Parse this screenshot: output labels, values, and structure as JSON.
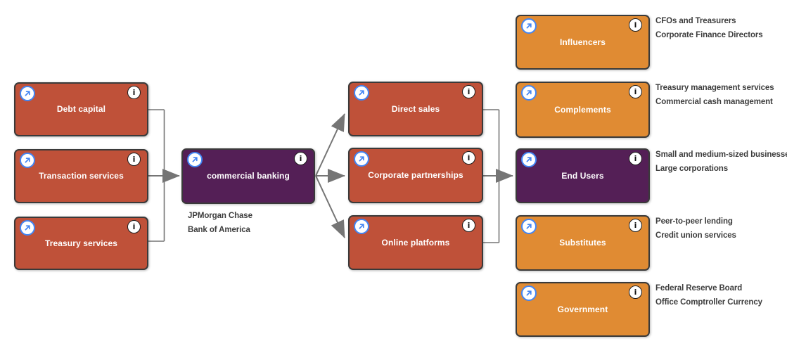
{
  "diagram": {
    "type": "market-map-flow",
    "nodes": {
      "debt_capital": {
        "label": "Debt capital"
      },
      "transaction_services": {
        "label": "Transaction services"
      },
      "treasury_services": {
        "label": "Treasury services"
      },
      "commercial_banking": {
        "label": "commercial banking",
        "examples": [
          "JPMorgan Chase",
          "Bank of America"
        ]
      },
      "direct_sales": {
        "label": "Direct sales"
      },
      "corporate_partnerships": {
        "label": "Corporate partnerships"
      },
      "online_platforms": {
        "label": "Online platforms"
      },
      "influencers": {
        "label": "Influencers",
        "notes": [
          "CFOs and Treasurers",
          "Corporate Finance Directors"
        ]
      },
      "complements": {
        "label": "Complements",
        "notes": [
          "Treasury management services",
          "Commercial cash management"
        ]
      },
      "end_users": {
        "label": "End Users",
        "notes": [
          "Small and medium-sized businesses",
          "Large corporations"
        ]
      },
      "substitutes": {
        "label": "Substitutes",
        "notes": [
          "Peer-to-peer lending",
          "Credit union services"
        ]
      },
      "government": {
        "label": "Government",
        "notes": [
          "Federal Reserve Board",
          "Office Comptroller Currency"
        ]
      }
    },
    "edges": [
      {
        "from": "debt_capital",
        "to": "commercial_banking"
      },
      {
        "from": "transaction_services",
        "to": "commercial_banking"
      },
      {
        "from": "treasury_services",
        "to": "commercial_banking"
      },
      {
        "from": "commercial_banking",
        "to": "direct_sales"
      },
      {
        "from": "commercial_banking",
        "to": "corporate_partnerships"
      },
      {
        "from": "commercial_banking",
        "to": "online_platforms"
      },
      {
        "from": "direct_sales",
        "to": "end_users"
      },
      {
        "from": "corporate_partnerships",
        "to": "end_users"
      },
      {
        "from": "online_platforms",
        "to": "end_users"
      }
    ],
    "colors": {
      "box_red": "#bf5139",
      "box_orange": "#e08b33",
      "box_purple": "#541f56",
      "box_border": "#3a3a3a",
      "box_label_text": "#ffffff",
      "note_text": "#3d3d3d",
      "connector": "#757575",
      "icon_blue": "#4285f4",
      "background": "#ffffff"
    },
    "icons": {
      "expand": "external-link-icon",
      "info": "info-icon",
      "info_glyph": "i"
    }
  }
}
